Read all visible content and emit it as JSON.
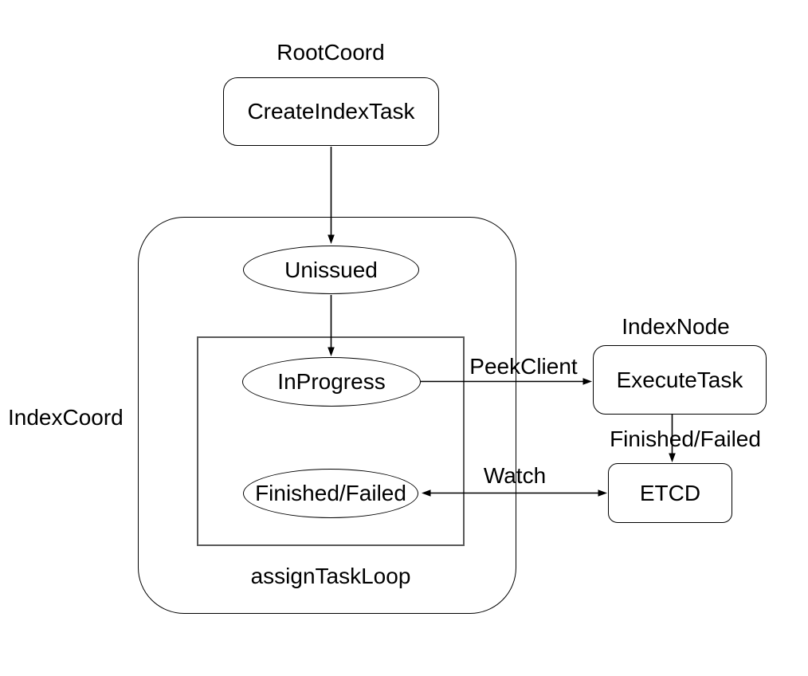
{
  "diagram": {
    "background": "#ffffff",
    "stroke_color": "#000000",
    "inner_loop_stroke_color": "#595959",
    "labels": {
      "root_coord": "RootCoord",
      "index_coord": "IndexCoord",
      "index_node": "IndexNode",
      "assign_task_loop": "assignTaskLoop"
    },
    "nodes": {
      "create_index_task": "CreateIndexTask",
      "unissued": "Unissued",
      "in_progress": "InProgress",
      "finished_failed": "Finished/Failed",
      "execute_task": "ExecuteTask",
      "etcd": "ETCD"
    },
    "edge_labels": {
      "peek_client": "PeekClient",
      "finished_failed": "Finished/Failed",
      "watch": "Watch"
    }
  }
}
